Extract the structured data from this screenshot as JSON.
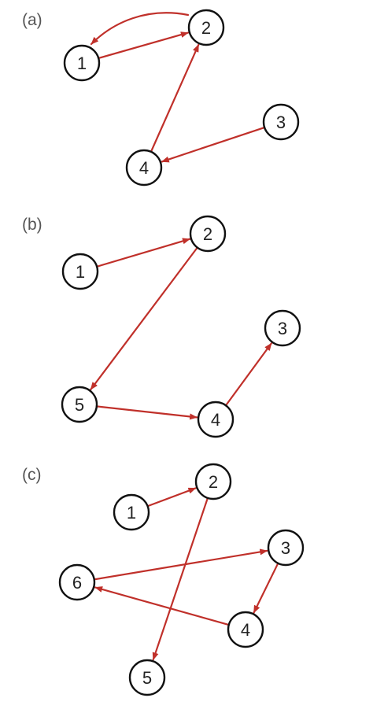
{
  "colors": {
    "edge": "#c0302a",
    "node_stroke": "#111111",
    "node_fill": "#ffffff",
    "label": "#555555"
  },
  "panels": [
    {
      "label": "(a)",
      "nodes": [
        "1",
        "2",
        "3",
        "4"
      ],
      "edges": [
        {
          "from": "1",
          "to": "2"
        },
        {
          "from": "2",
          "to": "1"
        },
        {
          "from": "3",
          "to": "4"
        },
        {
          "from": "4",
          "to": "2"
        }
      ]
    },
    {
      "label": "(b)",
      "nodes": [
        "1",
        "2",
        "3",
        "4",
        "5"
      ],
      "edges": [
        {
          "from": "1",
          "to": "2"
        },
        {
          "from": "2",
          "to": "5"
        },
        {
          "from": "5",
          "to": "4"
        },
        {
          "from": "4",
          "to": "3"
        }
      ]
    },
    {
      "label": "(c)",
      "nodes": [
        "1",
        "2",
        "3",
        "4",
        "5",
        "6"
      ],
      "edges": [
        {
          "from": "1",
          "to": "2"
        },
        {
          "from": "2",
          "to": "5"
        },
        {
          "from": "6",
          "to": "3"
        },
        {
          "from": "3",
          "to": "4"
        },
        {
          "from": "4",
          "to": "6"
        }
      ]
    }
  ]
}
